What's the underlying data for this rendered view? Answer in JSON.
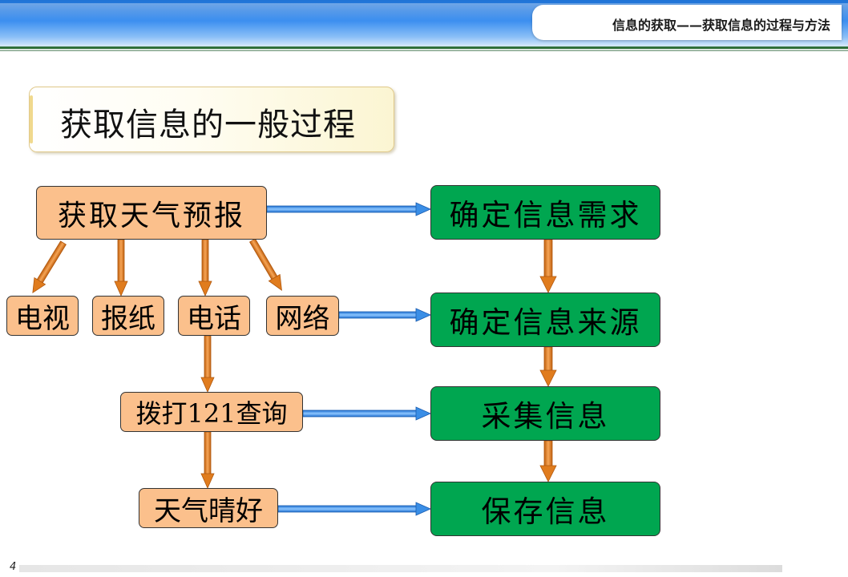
{
  "header": {
    "title": "信息的获取——获取信息的过程与方法"
  },
  "section_title": "获取信息的一般过程",
  "example_nodes": {
    "weather_forecast": "获取天气预报",
    "tv": "电视",
    "newspaper": "报纸",
    "phone": "电话",
    "internet": "网络",
    "dial_121": "拨打121查询",
    "sunny_weather": "天气晴好"
  },
  "process_steps": {
    "determine_need": "确定信息需求",
    "determine_source": "确定信息来源",
    "collect": "采集信息",
    "save": "保存信息"
  },
  "footer": {
    "page_number": "4"
  },
  "colors": {
    "example_node_fill": "#fbc08c",
    "process_node_fill": "#00a650",
    "vertical_arrow": "#e07c1e",
    "horizontal_arrow": "#3a8ee6",
    "header_band": "#2f86ea"
  }
}
